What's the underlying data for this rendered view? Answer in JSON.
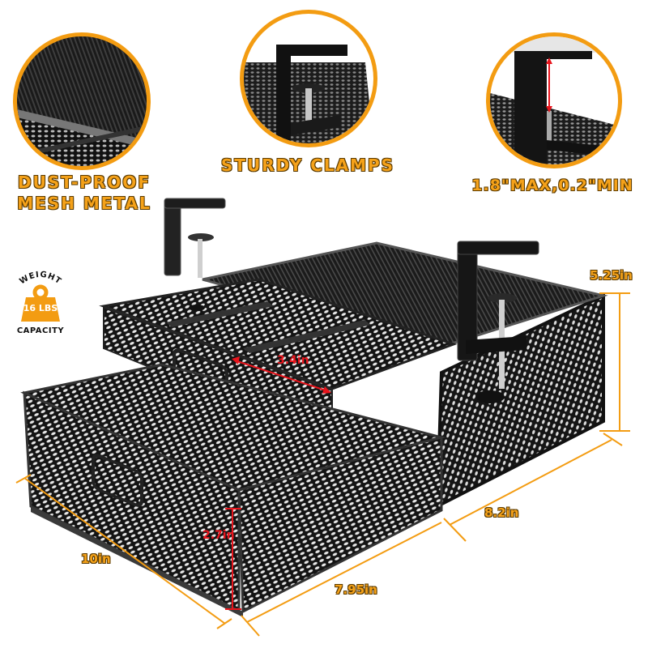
{
  "colors": {
    "accent_orange": "#f39c12",
    "label_orange": "#f5a21a",
    "dimension_red": "#e8141c",
    "product_black": "#1c1c1c",
    "background": "#ffffff"
  },
  "features": [
    {
      "label_line1": "DUST-PROOF",
      "label_line2": "MESH METAL",
      "icon": "mesh-closeup"
    },
    {
      "label_line1": "STURDY CLAMPS",
      "icon": "clamp-closeup"
    },
    {
      "label_line1": "1.8\"MAX,0.2\"MIN",
      "icon": "clamp-range-closeup"
    }
  ],
  "weight_badge": {
    "top_text": "WEIGHT",
    "value": "16 LBS",
    "bottom_text": "CAPACITY",
    "icon": "kettlebell-weight-icon"
  },
  "dimensions": {
    "inner_drawer_width": "3.4in",
    "height": "5.25in",
    "depth": "8.2in",
    "drawer_height": "2.7in",
    "length": "10in",
    "width": "7.95in"
  }
}
